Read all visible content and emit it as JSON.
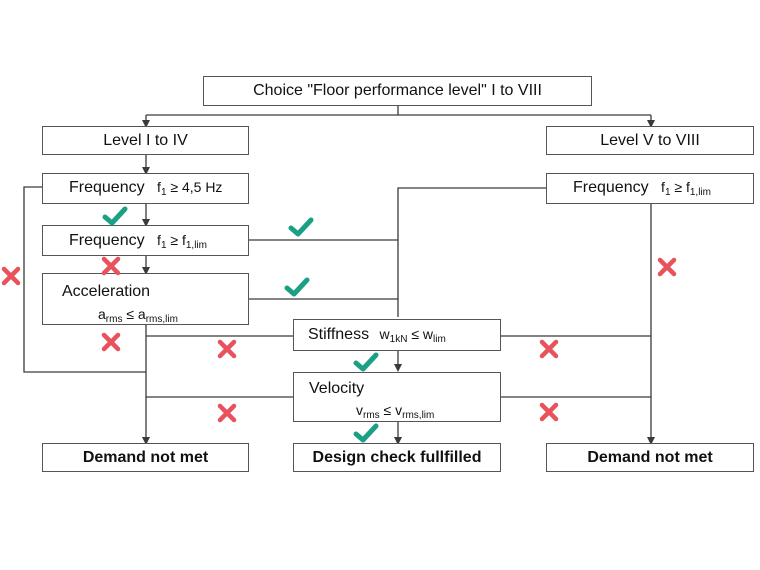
{
  "boxes": {
    "choice": "Choice \"Floor performance level\" I to VIII",
    "level_low": "Level I to IV",
    "level_high": "Level V to VIII",
    "freq1": {
      "label": "Frequency",
      "sym": "f",
      "sub": "1",
      "rel": " ≥ 4,5 Hz"
    },
    "freq2": {
      "label": "Frequency",
      "sym": "f",
      "sub": "1",
      "rel": " ≥ f",
      "rsub": "1,lim"
    },
    "accel": {
      "label": "Acceleration",
      "sym": "a",
      "sub": "rms",
      "rel": " ≤ a",
      "rsub": "rms,lim"
    },
    "freq_high": {
      "label": "Frequency",
      "sym": "f",
      "sub": "1",
      "rel": " ≥ f",
      "rsub": "1,lim"
    },
    "stiff": {
      "label": "Stiffness",
      "sym": "w",
      "sub": "1kN",
      "rel": " ≤ w",
      "rsub": "lim"
    },
    "velo": {
      "label": "Velocity",
      "sym": "v",
      "sub": "rms",
      "rel": " ≤ v",
      "rsub": "rms,lim"
    },
    "out_left": "Demand not met",
    "out_center": "Design check fullfilled",
    "out_right": "Demand not met"
  },
  "colors": {
    "check": "#1aa085",
    "cross": "#e8525a",
    "line": "#3a3a3a"
  }
}
